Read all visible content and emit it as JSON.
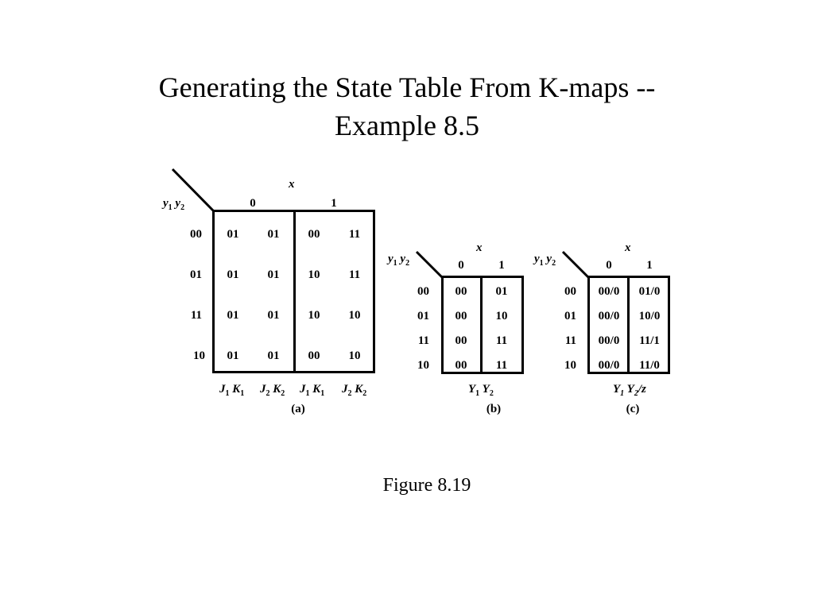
{
  "title": {
    "line1": "Generating the State Table From K-maps --",
    "line2": "Example 8.5"
  },
  "figure_caption": "Figure 8.19",
  "maps": {
    "a": {
      "col_var": "x",
      "row_vars": {
        "v1": "y",
        "s1": "1",
        "v2": "y",
        "s2": "2"
      },
      "col_headers": [
        "0",
        "1"
      ],
      "row_labels": [
        "00",
        "01",
        "11",
        "10"
      ],
      "cells": [
        [
          "01",
          "01",
          "00",
          "11"
        ],
        [
          "01",
          "01",
          "10",
          "11"
        ],
        [
          "01",
          "01",
          "10",
          "10"
        ],
        [
          "01",
          "01",
          "00",
          "10"
        ]
      ],
      "footer": [
        {
          "a": "J",
          "as": "1",
          "b": "K",
          "bs": "1"
        },
        {
          "a": "J",
          "as": "2",
          "b": "K",
          "bs": "2"
        },
        {
          "a": "J",
          "as": "1",
          "b": "K",
          "bs": "1"
        },
        {
          "a": "J",
          "as": "2",
          "b": "K",
          "bs": "2"
        }
      ],
      "caption": "(a)"
    },
    "b": {
      "col_var": "x",
      "row_vars": {
        "v1": "y",
        "s1": "1",
        "v2": "y",
        "s2": "2"
      },
      "col_headers": [
        "0",
        "1"
      ],
      "row_labels": [
        "00",
        "01",
        "11",
        "10"
      ],
      "cells": [
        [
          "00",
          "01"
        ],
        [
          "00",
          "10"
        ],
        [
          "00",
          "11"
        ],
        [
          "00",
          "11"
        ]
      ],
      "footer": {
        "a": "Y",
        "as": "1",
        "b": "Y",
        "bs": "2"
      },
      "caption": "(b)"
    },
    "c": {
      "col_var": "x",
      "row_vars": {
        "v1": "y",
        "s1": "1",
        "v2": "y",
        "s2": "2"
      },
      "col_headers": [
        "0",
        "1"
      ],
      "row_labels": [
        "00",
        "01",
        "11",
        "10"
      ],
      "cells": [
        [
          "00/0",
          "01/0"
        ],
        [
          "00/0",
          "10/0"
        ],
        [
          "00/0",
          "11/1"
        ],
        [
          "00/0",
          "11/0"
        ]
      ],
      "footer": {
        "a": "Y",
        "as": "1",
        "b": "Y",
        "bs": "2",
        "tail": "/z"
      },
      "caption": "(c)"
    }
  }
}
